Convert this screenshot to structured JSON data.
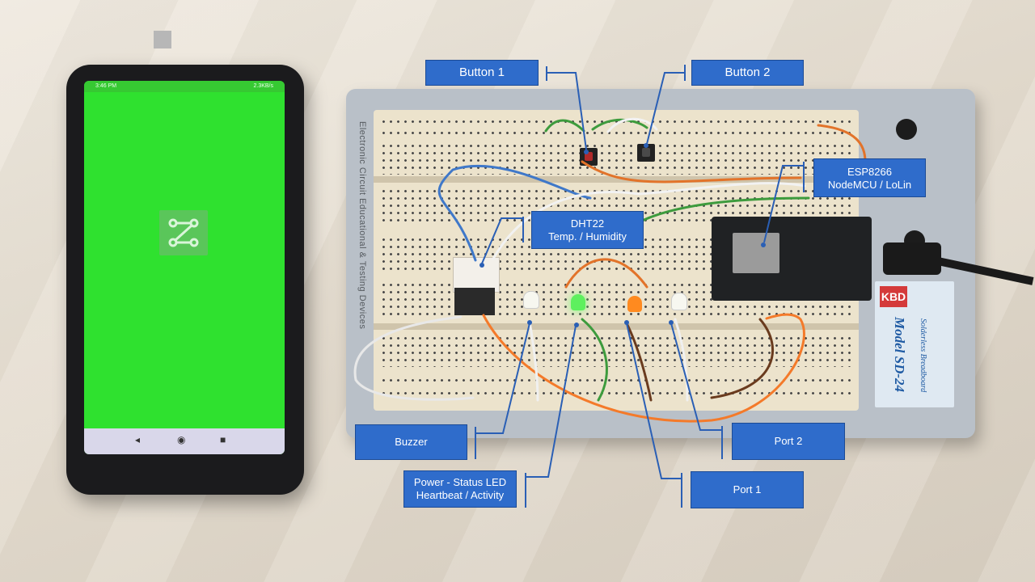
{
  "phone": {
    "status_time": "3:46 PM",
    "status_right": "2.3KB/s",
    "app_icon": "circuit-icon",
    "nav": {
      "back": "◂",
      "home": "◉",
      "recent": "■"
    },
    "screen_color": "#2fe12f"
  },
  "breadboard": {
    "side_text": "Electronic Circuit Educational & Testing Devices",
    "brand": "KBD",
    "model": "Model SD-24",
    "type": "Solderless Breadboard"
  },
  "callouts": {
    "button1": "Button 1",
    "button2": "Button 2",
    "esp_line1": "ESP8266",
    "esp_line2": "NodeMCU / LoLin",
    "dht_line1": "DHT22",
    "dht_line2": "Temp. / Humidity",
    "buzzer": "Buzzer",
    "power_line1": "Power - Status LED",
    "power_line2": "Heartbeat / Activity",
    "port1": "Port 1",
    "port2": "Port 2"
  },
  "colors": {
    "callout": "#2f6ccb",
    "led_green": "#5ef05e",
    "led_orange": "#ff8a1f",
    "button1_cap": "#b02a2a",
    "button2_cap": "#4a4a4a"
  }
}
